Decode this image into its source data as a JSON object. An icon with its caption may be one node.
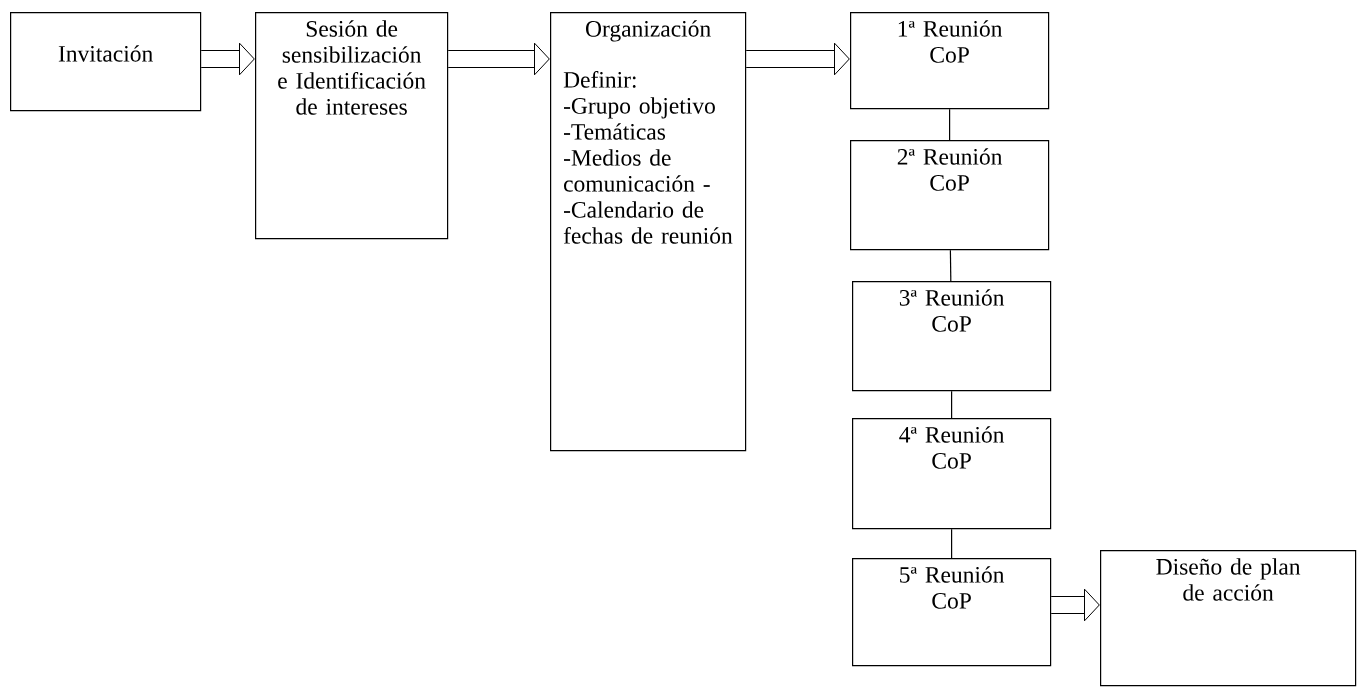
{
  "diagram": {
    "nodes": [
      {
        "text": [
          "Invitación"
        ]
      },
      {
        "text": [
          "Sesión de sensibilización e Identificación de intereses"
        ]
      },
      {
        "text": [
          "Organización",
          "Definir:",
          "-Grupo objetivo",
          "-Temáticas",
          "-Medios de comunicación -",
          "-Calendario de fechas de reunión"
        ]
      },
      {
        "text": [
          "1ª Reunión CoP"
        ]
      },
      {
        "text": [
          "2ª Reunión CoP"
        ]
      },
      {
        "text": [
          "3ª Reunión CoP"
        ]
      },
      {
        "text": [
          "4ª Reunión CoP"
        ]
      },
      {
        "text": [
          "5ª Reunión CoP"
        ]
      },
      {
        "text": [
          "Diseño de plan de acción"
        ]
      }
    ],
    "edges": [
      {
        "from": 0,
        "to": 1,
        "arrow": "to",
        "style": "thick"
      },
      {
        "from": 1,
        "to": 2,
        "arrow": "to",
        "style": "thick"
      },
      {
        "from": 2,
        "to": 3,
        "arrow": "to",
        "style": "thick"
      },
      {
        "from": 3,
        "to": 4,
        "arrow": "none"
      },
      {
        "from": 4,
        "to": 5,
        "arrow": "none"
      },
      {
        "from": 5,
        "to": 6,
        "arrow": "none"
      },
      {
        "from": 6,
        "to": 7,
        "arrow": "none"
      },
      {
        "from": 7,
        "to": 8,
        "arrow": "to",
        "style": "thick"
      }
    ]
  }
}
